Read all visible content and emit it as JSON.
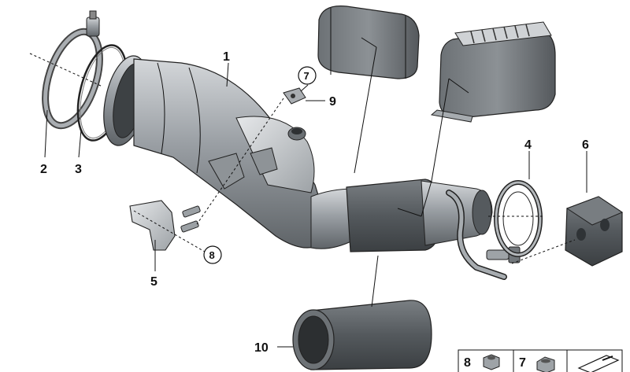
{
  "diagram": {
    "callouts": {
      "c1": "1",
      "c2": "2",
      "c3": "3",
      "c4": "4",
      "c5": "5",
      "c6": "6",
      "c7": "7",
      "c8": "8",
      "c9": "9",
      "c10": "10"
    },
    "legend": {
      "item8": "8",
      "item7": "7"
    },
    "colors": {
      "part_dark": "#555a5e",
      "part_mid": "#8b9095",
      "part_light": "#c9cdd0",
      "outline": "#222222"
    }
  }
}
